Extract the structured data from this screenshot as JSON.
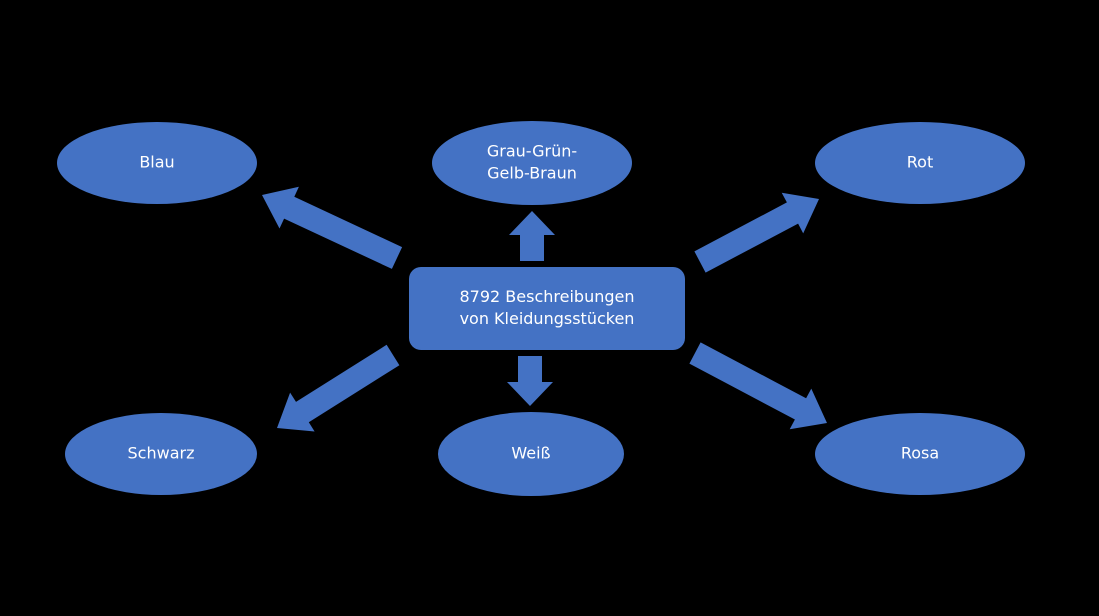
{
  "diagram": {
    "background_color": "#000000",
    "fill_color": "#4472C4",
    "text_color": "#FFFFFF",
    "center": {
      "lines": [
        "8792 Beschreibungen",
        "von Kleidungsstücken"
      ]
    },
    "categories": [
      {
        "id": "blau",
        "lines": [
          "Blau"
        ]
      },
      {
        "id": "grau-gruen-gelb-braun",
        "lines": [
          "Grau-Grün-",
          "Gelb-Braun"
        ]
      },
      {
        "id": "rot",
        "lines": [
          "Rot"
        ]
      },
      {
        "id": "schwarz",
        "lines": [
          "Schwarz"
        ]
      },
      {
        "id": "weiss",
        "lines": [
          "Weiß"
        ]
      },
      {
        "id": "rosa",
        "lines": [
          "Rosa"
        ]
      }
    ],
    "edges": [
      {
        "from": "center",
        "to": "blau"
      },
      {
        "from": "center",
        "to": "grau-gruen-gelb-braun"
      },
      {
        "from": "center",
        "to": "rot"
      },
      {
        "from": "center",
        "to": "schwarz"
      },
      {
        "from": "center",
        "to": "weiss"
      },
      {
        "from": "center",
        "to": "rosa"
      }
    ]
  }
}
